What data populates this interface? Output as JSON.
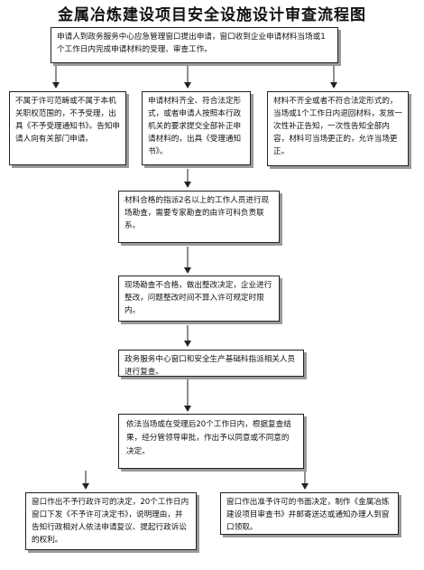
{
  "title": "金属冶炼建设项目安全设施设计审查流程图",
  "steps": {
    "apply": "申请人到政务服务中心应急管理窗口提出申请，窗口收到企业申请材料当场或1个工作日内完成申请材料的受理、审查工作。",
    "reject": "不属于许可范畴或不属于本机关职权范围的，不予受理，出具《不予受理通知书》。告知申请人向有关部门申请。",
    "accept": "申请材料齐全、符合法定形式，或者申请人按照本行政机关的要求提交全部补正申请材料的，出具《受理通知书》。",
    "correct": "材料不齐全或者不符合法定形式的，当场或1个工作日内退回材料，发放一次性补正告知，一次性告知全部内容，材料可当场更正的，允许当场更正。",
    "inspect": "材料合格的指派2名以上的工作人员进行现场勘查，需要专家勘查的由许可科负责联系。",
    "rectify": "现场勘查不合格，做出整改决定，企业进行整改，问题整改时间不算入许可规定时限内。",
    "review": "政务服务中心窗口和安全生产基础科指派相关人员进行复查。",
    "decide": "依法当场或在受理后20个工作日内，根据复查结果，经分管领导审批，作出予以同意或不同意的决定。",
    "deny": "窗口作出不予行政许可的决定，20个工作日内窗口下发《不予许可决定书》，说明理由，并告知行政相对人依法申请复议、提起行政诉讼的权利。",
    "approve": "窗口作出准予许可的书面决定，制作《金属冶炼建设项目审查书》并邮寄送达或通知办理人到窗口领取。"
  }
}
